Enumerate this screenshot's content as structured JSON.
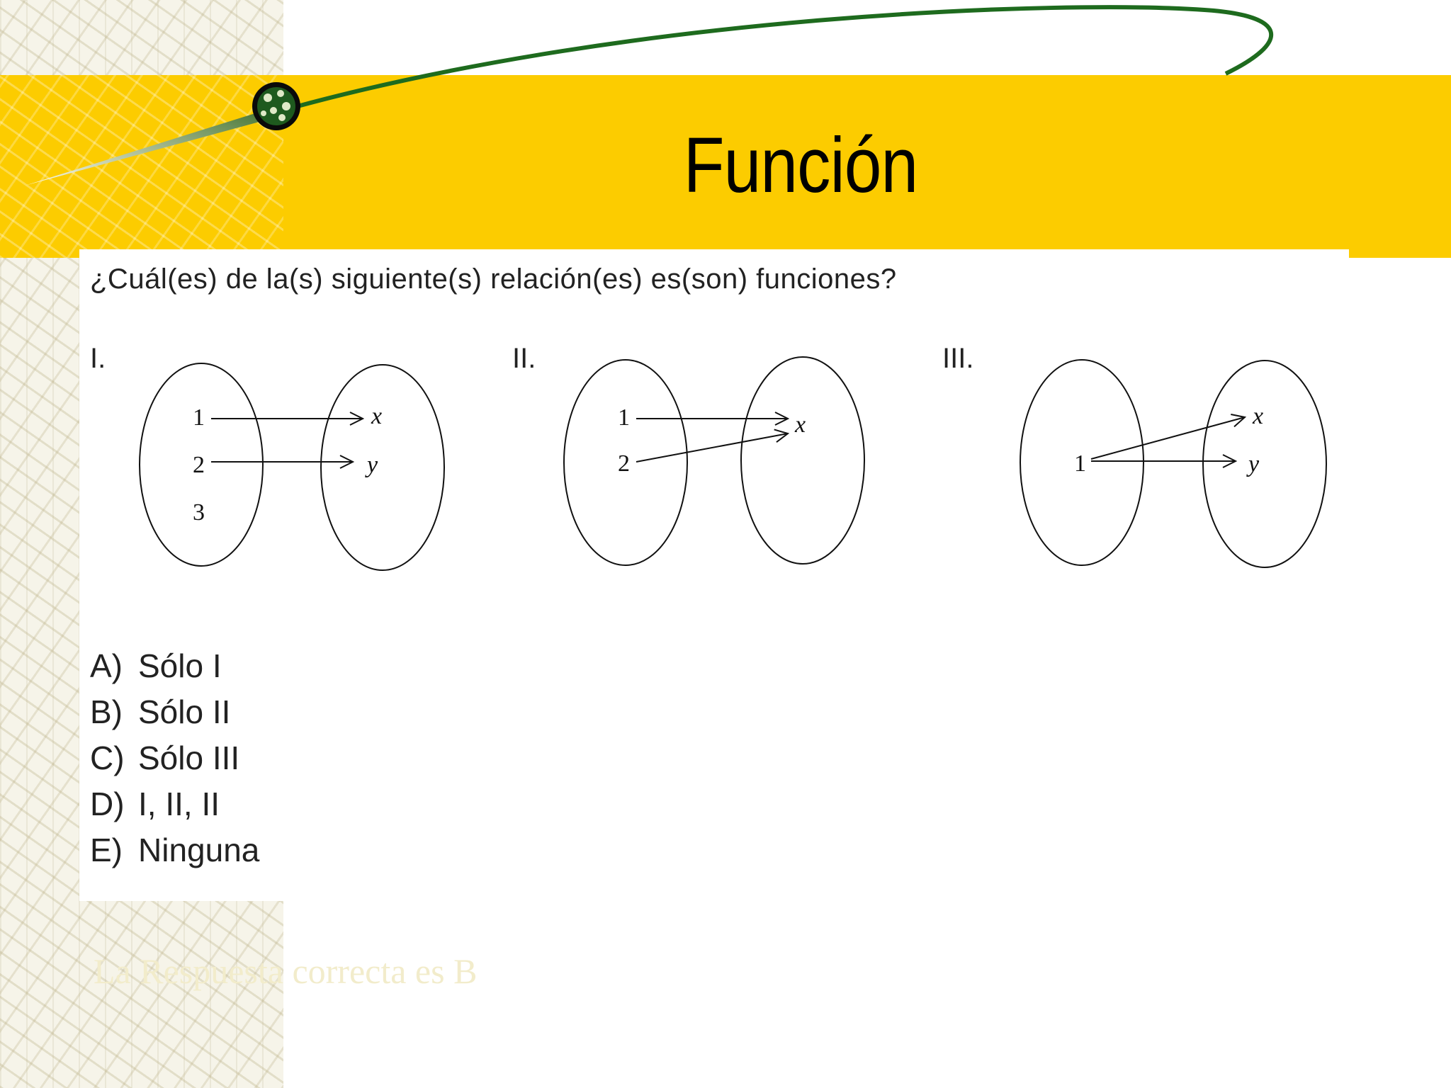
{
  "slide": {
    "title": "Función",
    "question": "¿Cuál(es) de la(s) siguiente(s) relación(es) es(son) funciones?",
    "answer_text": "La Respuesta correcta es B"
  },
  "diagrams": [
    {
      "label": "I.",
      "domain": [
        "1",
        "2",
        "3"
      ],
      "codomain": [
        "x",
        "y"
      ],
      "arrows": [
        [
          "1",
          "x"
        ],
        [
          "2",
          "y"
        ]
      ]
    },
    {
      "label": "II.",
      "domain": [
        "1",
        "2"
      ],
      "codomain": [
        "x"
      ],
      "arrows": [
        [
          "1",
          "x"
        ],
        [
          "2",
          "x"
        ]
      ]
    },
    {
      "label": "III.",
      "domain": [
        "1"
      ],
      "codomain": [
        "x",
        "y"
      ],
      "arrows": [
        [
          "1",
          "x"
        ],
        [
          "1",
          "y"
        ]
      ]
    }
  ],
  "options": [
    {
      "letter": "A)",
      "text": "Sólo I"
    },
    {
      "letter": "B)",
      "text": "Sólo II"
    },
    {
      "letter": "C)",
      "text": "Sólo III"
    },
    {
      "letter": "D)",
      "text": "I, II, II"
    },
    {
      "letter": "E)",
      "text": "Ninguna"
    }
  ],
  "colors": {
    "title_band": "#fccc00",
    "swoosh": "#1e6b1e",
    "answer_text": "#f2eccb"
  }
}
